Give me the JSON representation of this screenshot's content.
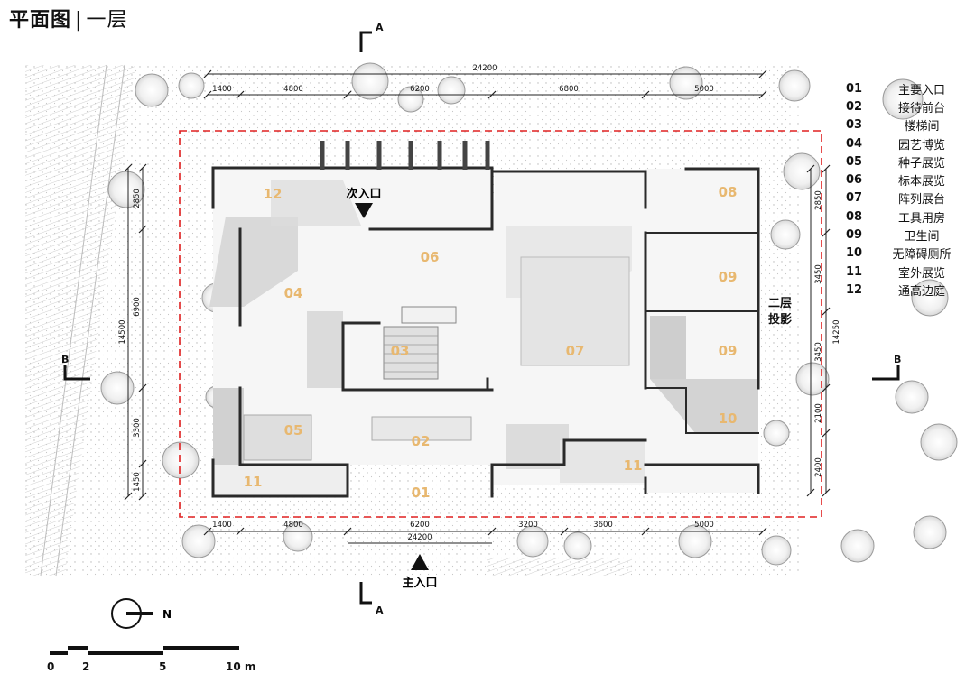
{
  "title": {
    "main": "平面图",
    "sep": "|",
    "sub": "一层"
  },
  "section_marks": {
    "a_top": "A",
    "a_bottom": "A",
    "b_left": "B",
    "b_right": "B"
  },
  "entrances": {
    "main": "主入口",
    "secondary": "次入口"
  },
  "second_floor_projection": [
    "二层",
    "投影"
  ],
  "dims_top": {
    "total": "24200",
    "segments": [
      "1400",
      "4800",
      "6200",
      "6800",
      "5000"
    ]
  },
  "dims_bottom": {
    "total": "24200",
    "segments": [
      "1400",
      "4800",
      "6200",
      "3200",
      "3600",
      "5000"
    ]
  },
  "dims_left": {
    "total": "14500",
    "segments": [
      "2850",
      "6900",
      "3300",
      "1450"
    ]
  },
  "dims_right": {
    "total": "14250",
    "segments": [
      "2850",
      "3450",
      "3450",
      "2100",
      "2400"
    ]
  },
  "rooms": [
    {
      "num": "01",
      "label": "01"
    },
    {
      "num": "02",
      "label": "02"
    },
    {
      "num": "03",
      "label": "03"
    },
    {
      "num": "04",
      "label": "04"
    },
    {
      "num": "05",
      "label": "05"
    },
    {
      "num": "06",
      "label": "06"
    },
    {
      "num": "07",
      "label": "07"
    },
    {
      "num": "08",
      "label": "08"
    },
    {
      "num": "09a",
      "label": "09"
    },
    {
      "num": "09b",
      "label": "09"
    },
    {
      "num": "10",
      "label": "10"
    },
    {
      "num": "11a",
      "label": "11"
    },
    {
      "num": "11b",
      "label": "11"
    },
    {
      "num": "12",
      "label": "12"
    }
  ],
  "legend": [
    {
      "num": "01",
      "label": "主要入口"
    },
    {
      "num": "02",
      "label": "接待前台"
    },
    {
      "num": "03",
      "label": "楼梯间"
    },
    {
      "num": "04",
      "label": "园艺博览"
    },
    {
      "num": "05",
      "label": "种子展览"
    },
    {
      "num": "06",
      "label": "标本展览"
    },
    {
      "num": "07",
      "label": "阵列展台"
    },
    {
      "num": "08",
      "label": "工具用房"
    },
    {
      "num": "09",
      "label": "卫生间"
    },
    {
      "num": "10",
      "label": "无障碍厕所"
    },
    {
      "num": "11",
      "label": "室外展览"
    },
    {
      "num": "12",
      "label": "通高边庭"
    }
  ],
  "north_label": "N",
  "scale": [
    "0",
    "2",
    "5",
    "10 m"
  ],
  "colors": {
    "room_label": "#e8b870",
    "red_boundary": "#e02020",
    "shadow": "#cfcfcf",
    "wall": "#2a2a2a"
  }
}
